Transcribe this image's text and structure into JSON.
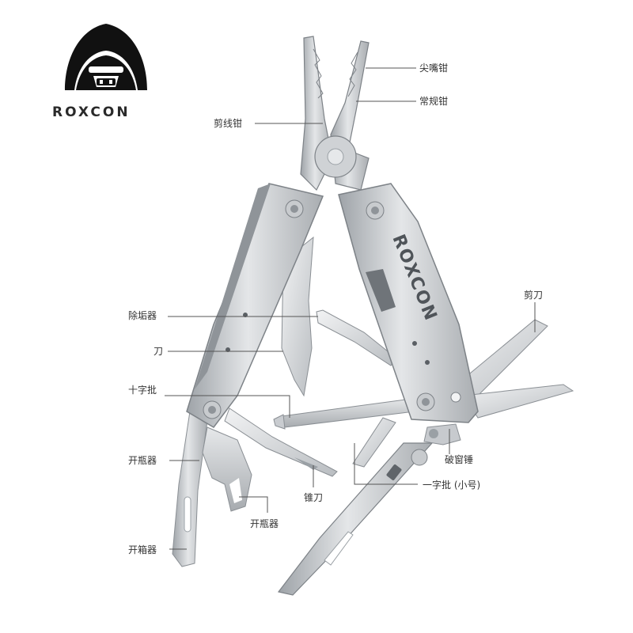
{
  "brand": {
    "logo_text": "ROXCON",
    "logo_icon": "hooded-figure-logo",
    "handle_engraving": "ROXCON"
  },
  "labels": {
    "needle_nose": "尖嘴钳",
    "regular_pliers": "常规钳",
    "wire_cutter": "剪线钳",
    "scissors": "剪刀",
    "descaler": "除垢器",
    "knife": "刀",
    "phillips": "十字批",
    "bottle_opener_left": "开瓶器",
    "awl": "锥刀",
    "bottle_opener_bottom": "开瓶器",
    "box_opener": "开箱器",
    "window_breaker": "破窗锤",
    "flat_screwdriver": "一字批 (小号)"
  },
  "colors": {
    "steel_light": "#d9dcdf",
    "steel_mid": "#b4b8bc",
    "steel_dark": "#7d8287",
    "leader_line": "#555555",
    "text": "#333333",
    "logo_black": "#111111"
  }
}
